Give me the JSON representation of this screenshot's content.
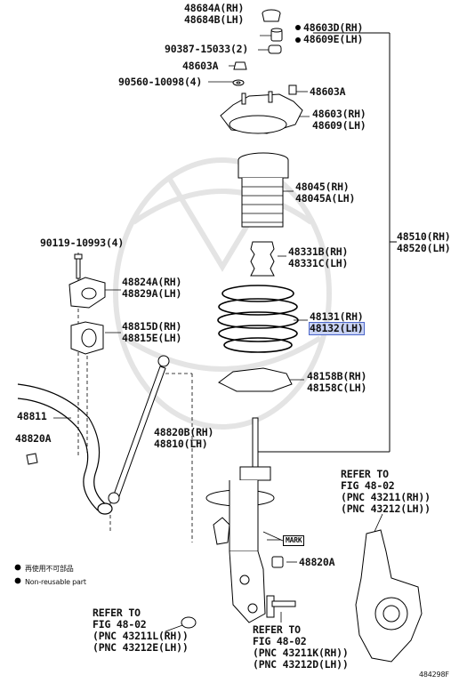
{
  "labels": {
    "cap_rh": "48684A(RH)",
    "cap_lh": "48684B(LH)",
    "nut_rh": "48603D(RH)",
    "nut_lh": "48609E(LH)",
    "bushing": "90387-15033(2)",
    "nut_top": "48603A",
    "washer": "90560-10098(4)",
    "nut_mount": "48603A",
    "mount_rh": "48603(RH)",
    "mount_lh": "48609(LH)",
    "boot_rh": "48045(RH)",
    "boot_lh": "48045A(LH)",
    "bump_rh": "48331B(RH)",
    "bump_lh": "48331C(LH)",
    "assy_rh": "48510(RH)",
    "assy_lh": "48520(LH)",
    "bolt": "90119-10993(4)",
    "bracket_rh": "48824A(RH)",
    "bracket_lh": "48829A(LH)",
    "stab_bush_rh": "48815D(RH)",
    "stab_bush_lh": "48815E(LH)",
    "spring_rh": "48131(RH)",
    "spring_lh": "48132(LH)",
    "insulator_rh": "48158B(RH)",
    "insulator_lh": "48158C(LH)",
    "stabilizer": "48811",
    "nut_link": "48820A",
    "link_rh": "48820B(RH)",
    "link_lh": "48810(LH)",
    "mark": "MARK",
    "nut_lower": "48820A",
    "refer_a": [
      "REFER TO",
      "FIG 48-02",
      "(PNC 43211(RH))",
      "(PNC 43212(LH))"
    ],
    "refer_b": [
      "REFER TO",
      "FIG 48-02",
      "(PNC 43211L(RH))",
      "(PNC 43212E(LH))"
    ],
    "refer_c": [
      "REFER TO",
      "FIG 48-02",
      "(PNC 43211K(RH))",
      "(PNC 43212D(LH))"
    ],
    "legend_jp": "再使用不可部品",
    "legend_en": "Non-reusable part",
    "fig_id": "484298F"
  }
}
